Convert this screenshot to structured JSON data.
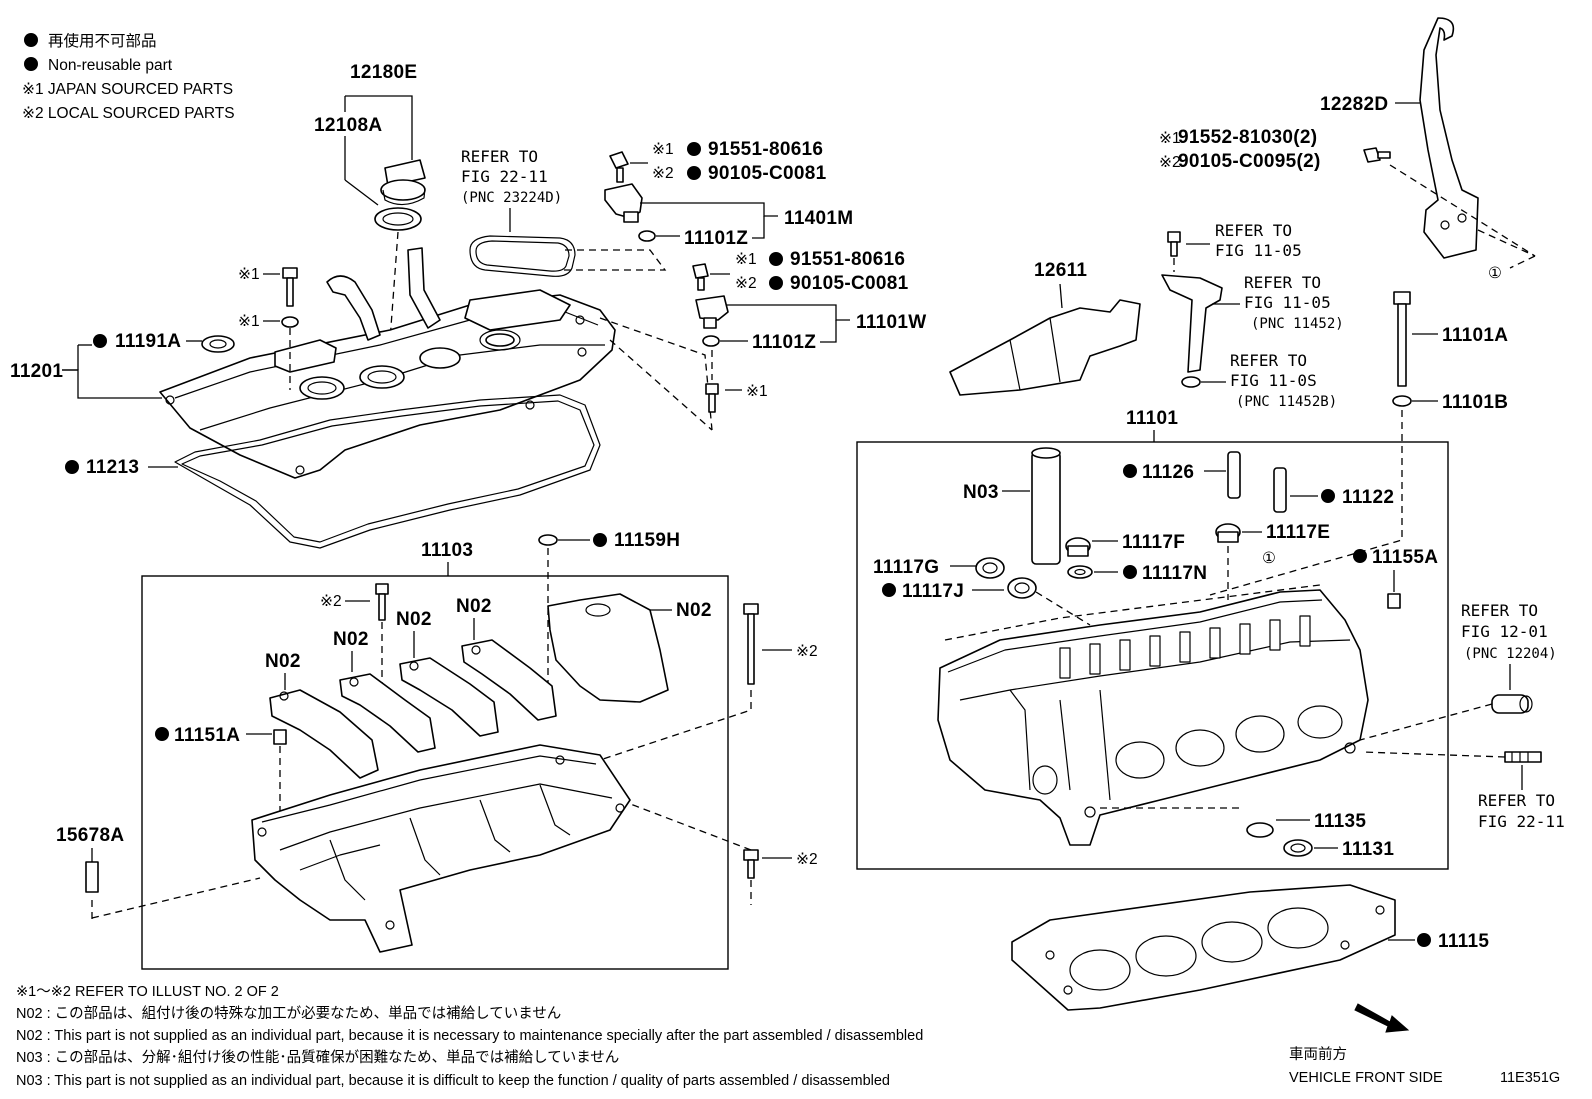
{
  "legend": {
    "nonreusable_jp": "再使用不可部品",
    "nonreusable_en": "Non-reusable part",
    "japan": "※1 JAPAN SOURCED PARTS",
    "local": "※2 LOCAL SOURCED PARTS"
  },
  "parts": {
    "p12180E": "12180E",
    "p12108A": "12108A",
    "p11191A": "11191A",
    "p11201": "11201",
    "p11213": "11213",
    "p11103": "11103",
    "p11159H": "11159H",
    "p11151A": "11151A",
    "p15678A": "15678A",
    "p11401M": "11401M",
    "p11101Z_1": "11101Z",
    "p11101W": "11101W",
    "p11101Z_2": "11101Z",
    "p12611": "12611",
    "p12282D": "12282D",
    "p11101A": "11101A",
    "p11101B": "11101B",
    "p11101": "11101",
    "p11126": "11126",
    "p11122": "11122",
    "p11117F": "11117F",
    "p11117E": "11117E",
    "p11117G": "11117G",
    "p11117J": "11117J",
    "p11117N": "11117N",
    "p11155A": "11155A",
    "p11135": "11135",
    "p11131": "11131",
    "p11115": "11115",
    "n03": "N03",
    "n02": "N02",
    "bolt_a1": "91551-80616",
    "bolt_a2": "90105-C0081",
    "bolt_b1": "91551-80616",
    "bolt_b2": "90105-C0081",
    "bolt_c1": "91552-81030(2)",
    "bolt_c2": "90105-C0095(2)"
  },
  "marks": {
    "m1": "※1",
    "m2": "※2",
    "circle1": "①"
  },
  "refs": {
    "refer_to": "REFER TO",
    "fig_22_11": "FIG 22-11",
    "pnc_23224D": "(PNC 23224D)",
    "fig_11_05": "FIG 11-05",
    "pnc_11452": "(PNC 11452)",
    "fig_11_0S": "FIG 11-0S",
    "pnc_11452B": "(PNC 11452B)",
    "fig_12_01": "FIG 12-01",
    "pnc_12204": "(PNC 12204)"
  },
  "notes": {
    "n1": "※1～※2  REFER TO ILLUST NO. 2 OF 2",
    "n2": "N02 : この部品は、組付け後の特殊な加工が必要なため、単品では補給していません",
    "n3": "N02 : This part is not supplied as an individual part, because it is necessary to maintenance specially after the part assembled / disassembled",
    "n4": "N03 : この部品は、分解･組付け後の性能･品質確保が困難なため、単品では補給していません",
    "n5": "N03 : This part is not supplied as an individual part, because it is difficult to keep the function / quality of parts  assembled / disassembled"
  },
  "footer": {
    "front_jp": "車両前方",
    "front_en": "VEHICLE FRONT SIDE",
    "code": "11E351G"
  }
}
